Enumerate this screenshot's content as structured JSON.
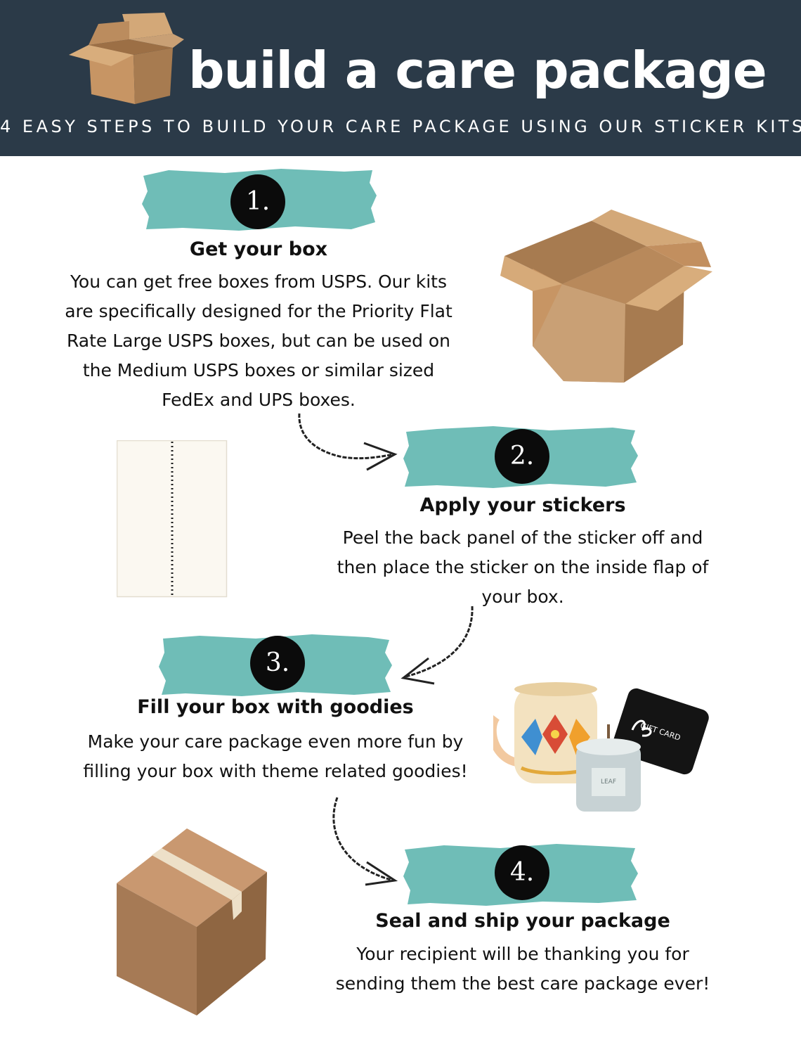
{
  "header": {
    "title": "build a care package",
    "subtitle": "4 EASY STEPS TO BUILD YOUR CARE PACKAGE USING OUR STICKER KITS"
  },
  "colors": {
    "header_bg": "#2b3a48",
    "brush_teal": "#6fbdb7",
    "box_tan": "#c9a075",
    "number_circle": "#0b0b0b"
  },
  "steps": [
    {
      "number": "1.",
      "title": "Get your box",
      "body": "You can get free boxes from USPS. Our kits are specifically designed for the Priority Flat Rate Large USPS boxes, but can be used on the Medium USPS boxes or similar sized FedEx and UPS boxes."
    },
    {
      "number": "2.",
      "title": "Apply your stickers",
      "body": "Peel the back panel of the sticker off and then place the sticker on the inside flap of your box."
    },
    {
      "number": "3.",
      "title": "Fill your box with goodies",
      "body": "Make your care package even more fun by filling your box with theme related goodies!"
    },
    {
      "number": "4.",
      "title": "Seal and ship your package",
      "body": "Your recipient will be thanking you for sending them the best care package ever!"
    }
  ],
  "illustrations": {
    "gift_card_text": "GIFT CARD",
    "candle_label": "LEAF",
    "icons": [
      "cardboard-box-icon",
      "open-box-icon",
      "sticker-sheet-icon",
      "goodies-icon",
      "sealed-box-icon",
      "curved-arrow-icon"
    ]
  }
}
